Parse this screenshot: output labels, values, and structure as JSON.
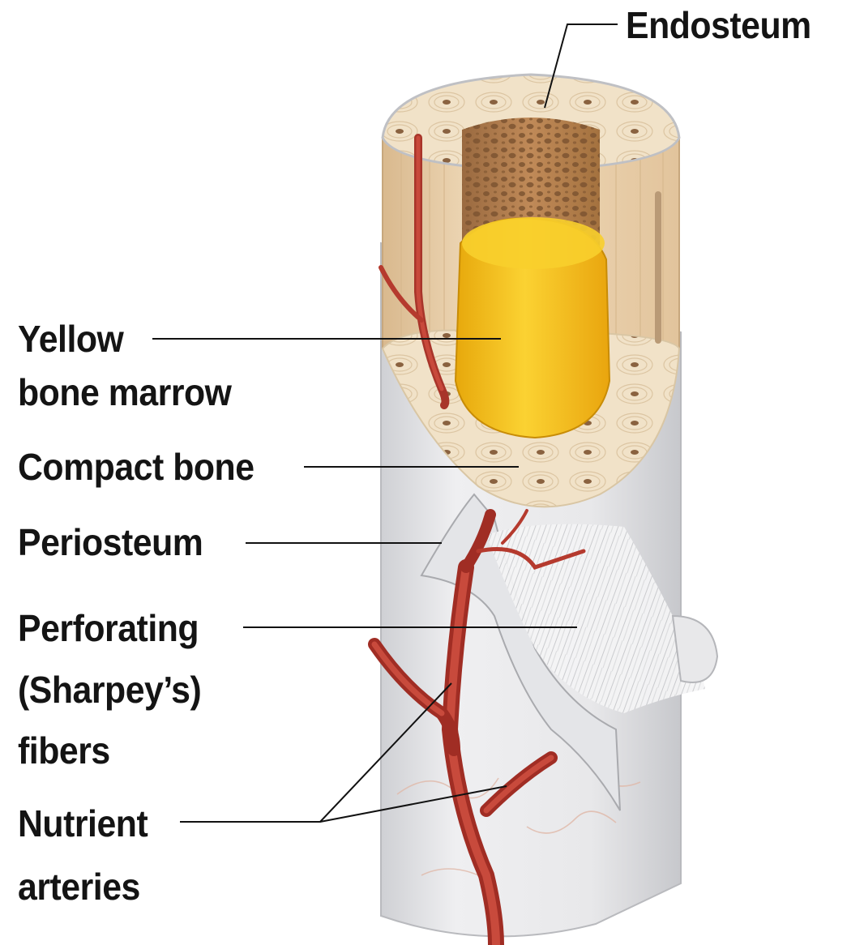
{
  "labels": {
    "endosteum": "Endosteum",
    "yellow_marrow_line1": "Yellow",
    "yellow_marrow_line2": "bone marrow",
    "compact_bone": "Compact bone",
    "periosteum": "Periosteum",
    "perforating_line1": "Perforating",
    "perforating_line2": "(Sharpey’s)",
    "perforating_line3": "fibers",
    "nutrient_line1": "Nutrient",
    "nutrient_line2": "arteries"
  },
  "colors": {
    "compact_bone": "#ecdcc2",
    "spongy_bone": "#b07c50",
    "yellow_marrow": "#f3c31c",
    "periosteum": "#e6e6e8",
    "artery": "#b53a2e",
    "leader_line": "#111111"
  }
}
